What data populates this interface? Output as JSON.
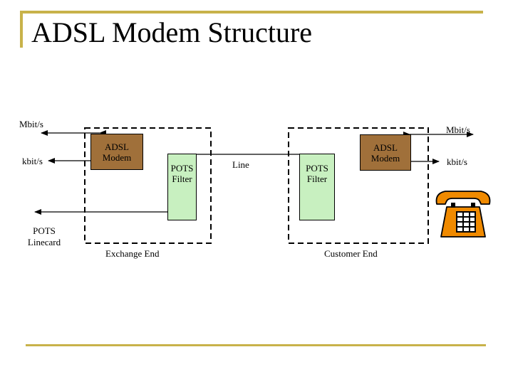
{
  "slide": {
    "title": "ADSL Modem Structure"
  },
  "diagram": {
    "left": {
      "mbit": "Mbit/s",
      "kbit": "kbit/s",
      "pots_linecard": "POTS Linecard",
      "modem": "ADSL Modem",
      "pots_filter": "POTS Filter",
      "region_label": "Exchange End"
    },
    "center": {
      "line": "Line"
    },
    "right": {
      "mbit": "Mbit/s",
      "kbit": "kbit/s",
      "modem": "ADSL Modem",
      "pots_filter": "POTS Filter",
      "region_label": "Customer End"
    },
    "colors": {
      "frame_accent": "#c8b24a",
      "modem_fill": "#a0703a",
      "filter_fill": "#c8f0c0",
      "phone_fill": "#f08a00"
    },
    "icons": [
      "telephone-icon"
    ]
  }
}
